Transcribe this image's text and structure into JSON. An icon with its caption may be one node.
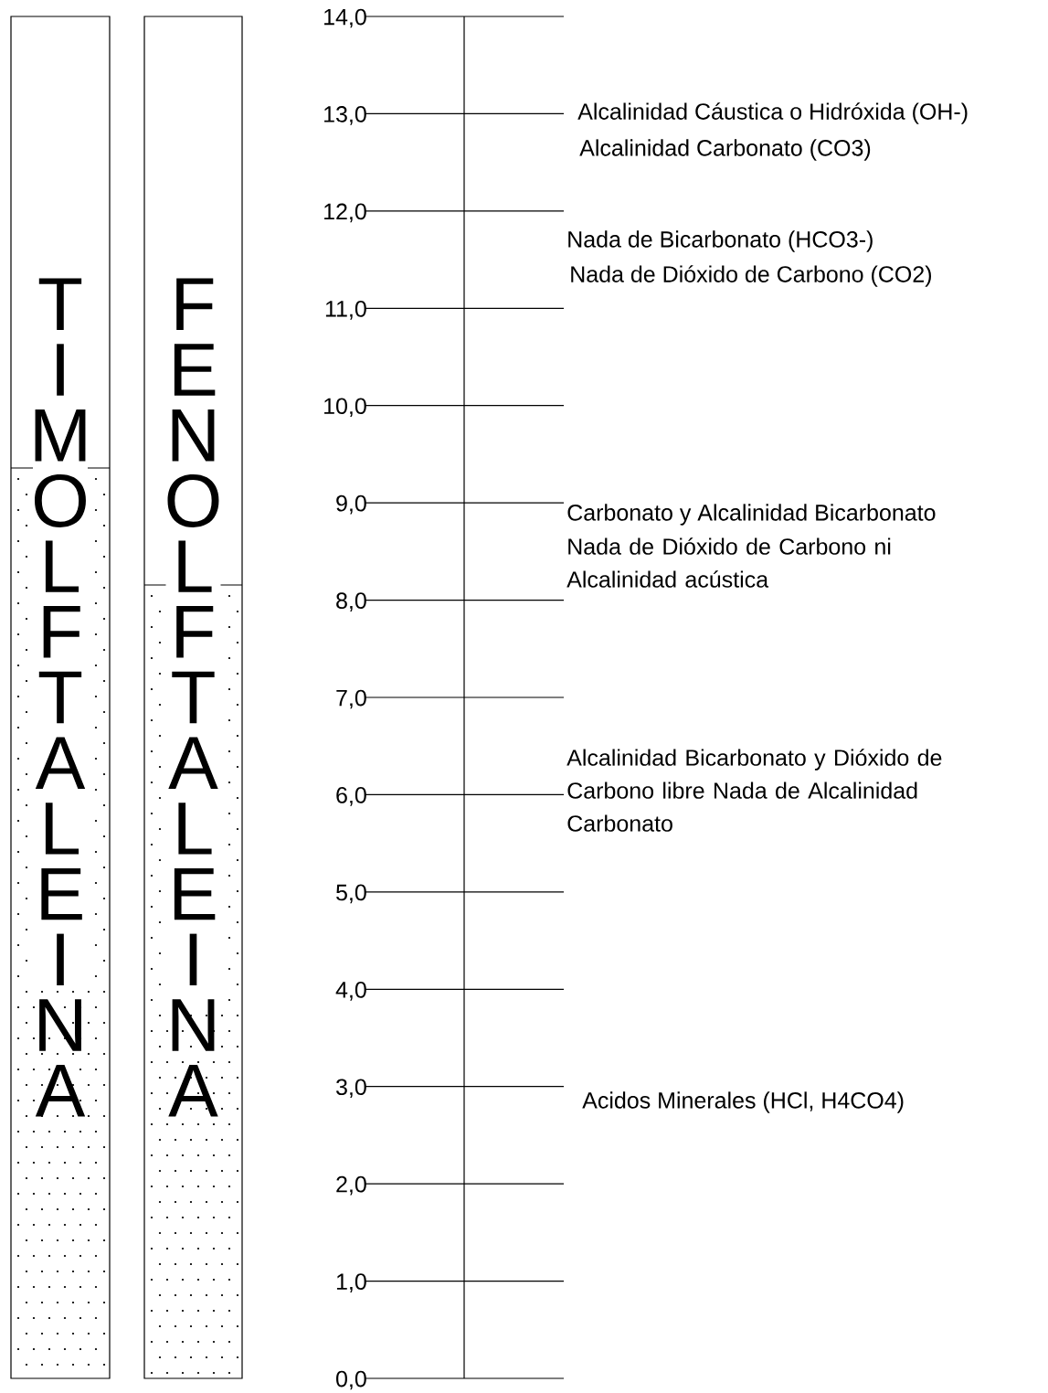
{
  "diagram": {
    "nodes": [
      {
        "text": [
          "TIMOLFTALEINA"
        ]
      },
      {
        "text": [
          "FENOLFTALEINA"
        ]
      }
    ],
    "labels": [
      "14,0",
      "13,0",
      "Alcalinidad Cáustica o Hidróxida (OH-)",
      "Alcalinidad Carbonato (CO3)",
      "12,0",
      "Nada de Bicarbonato (HCO3-)",
      "Nada de Dióxido de Carbono (CO2)",
      "11,0",
      "10,0",
      "9,0",
      "Carbonato y Alcalinidad Bicarbonato",
      "Nada de Dióxido de Carbono ni Alcalinidad acústica",
      "8,0",
      "7,0",
      "Alcalinidad Bicarbonato y Dióxido de Carbono libre Nada de Alcalinidad Carbonato",
      "6,0",
      "5,0",
      "4,0",
      "3,0",
      "Acidos Minerales (HCl, H4CO4)",
      "2,0",
      "1,0",
      "0,0"
    ]
  }
}
